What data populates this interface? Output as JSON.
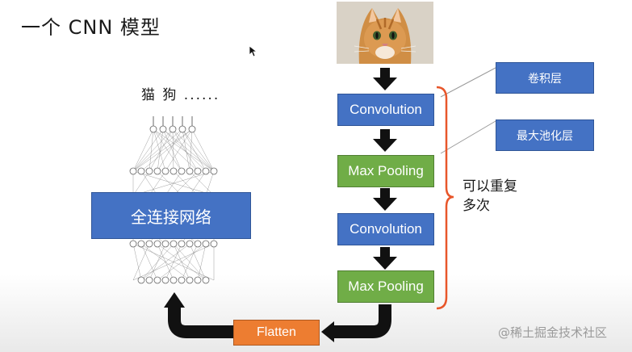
{
  "title": "一个 CNN 模型",
  "outputs_label": "猫 狗 ......",
  "fully_connected_label": "全连接网络",
  "stages": [
    {
      "label": "Convolution",
      "kind": "conv"
    },
    {
      "label": "Max Pooling",
      "kind": "pool"
    },
    {
      "label": "Convolution",
      "kind": "conv"
    },
    {
      "label": "Max Pooling",
      "kind": "pool"
    }
  ],
  "annotations": {
    "conv_layer": "卷积层",
    "pool_layer": "最大池化层",
    "repeat_note": "可以重复\n多次"
  },
  "flatten_label": "Flatten",
  "watermark": "@稀土掘金技术社区",
  "colors": {
    "conv": "#4472c4",
    "pool": "#70ad47",
    "flatten": "#ed7d31",
    "bracket": "#e8562a",
    "arrow": "#111111"
  }
}
